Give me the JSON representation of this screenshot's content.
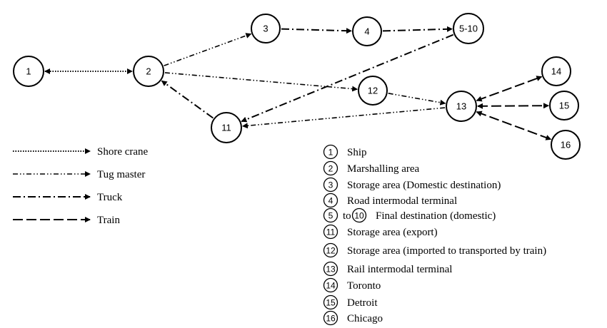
{
  "nodes": [
    {
      "id": "1",
      "label": "1"
    },
    {
      "id": "2",
      "label": "2"
    },
    {
      "id": "3",
      "label": "3"
    },
    {
      "id": "4",
      "label": "4"
    },
    {
      "id": "5-10",
      "label": "5-10"
    },
    {
      "id": "11",
      "label": "11"
    },
    {
      "id": "12",
      "label": "12"
    },
    {
      "id": "13",
      "label": "13"
    },
    {
      "id": "14",
      "label": "14"
    },
    {
      "id": "15",
      "label": "15"
    },
    {
      "id": "16",
      "label": "16"
    }
  ],
  "edges": [
    {
      "from": "1",
      "to": "2",
      "mode": "shore_crane",
      "bidirectional": true
    },
    {
      "from": "2",
      "to": "3",
      "mode": "tug_master"
    },
    {
      "from": "2",
      "to": "12",
      "mode": "tug_master"
    },
    {
      "from": "3",
      "to": "4",
      "mode": "truck"
    },
    {
      "from": "4",
      "to": "5-10",
      "mode": "truck"
    },
    {
      "from": "5-10",
      "to": "11",
      "mode": "truck"
    },
    {
      "from": "11",
      "to": "2",
      "mode": "truck"
    },
    {
      "from": "12",
      "to": "13",
      "mode": "tug_master"
    },
    {
      "from": "13",
      "to": "11",
      "mode": "tug_master"
    },
    {
      "from": "13",
      "to": "14",
      "mode": "train",
      "bidirectional": true
    },
    {
      "from": "13",
      "to": "15",
      "mode": "train",
      "bidirectional": true
    },
    {
      "from": "13",
      "to": "16",
      "mode": "train",
      "bidirectional": true
    }
  ],
  "legend": {
    "shore_crane": "Shore crane",
    "tug_master": "Tug master",
    "truck": "Truck",
    "train": "Train"
  },
  "key": [
    {
      "nums": [
        "1"
      ],
      "text": "Ship"
    },
    {
      "nums": [
        "2"
      ],
      "text": "Marshalling area"
    },
    {
      "nums": [
        "3"
      ],
      "text": "Storage area (Domestic destination)"
    },
    {
      "nums": [
        "4"
      ],
      "text": "Road intermodal terminal"
    },
    {
      "nums": [
        "5",
        "10"
      ],
      "joiner": "to",
      "text": "Final destination (domestic)"
    },
    {
      "nums": [
        "11"
      ],
      "text": "Storage area (export)"
    },
    {
      "nums": [
        "12"
      ],
      "text": "Storage area (imported to transported by train)"
    },
    {
      "nums": [
        "13"
      ],
      "text": "Rail intermodal terminal"
    },
    {
      "nums": [
        "14"
      ],
      "text": "Toronto"
    },
    {
      "nums": [
        "15"
      ],
      "text": "Detroit"
    },
    {
      "nums": [
        "16"
      ],
      "text": "Chicago"
    }
  ]
}
